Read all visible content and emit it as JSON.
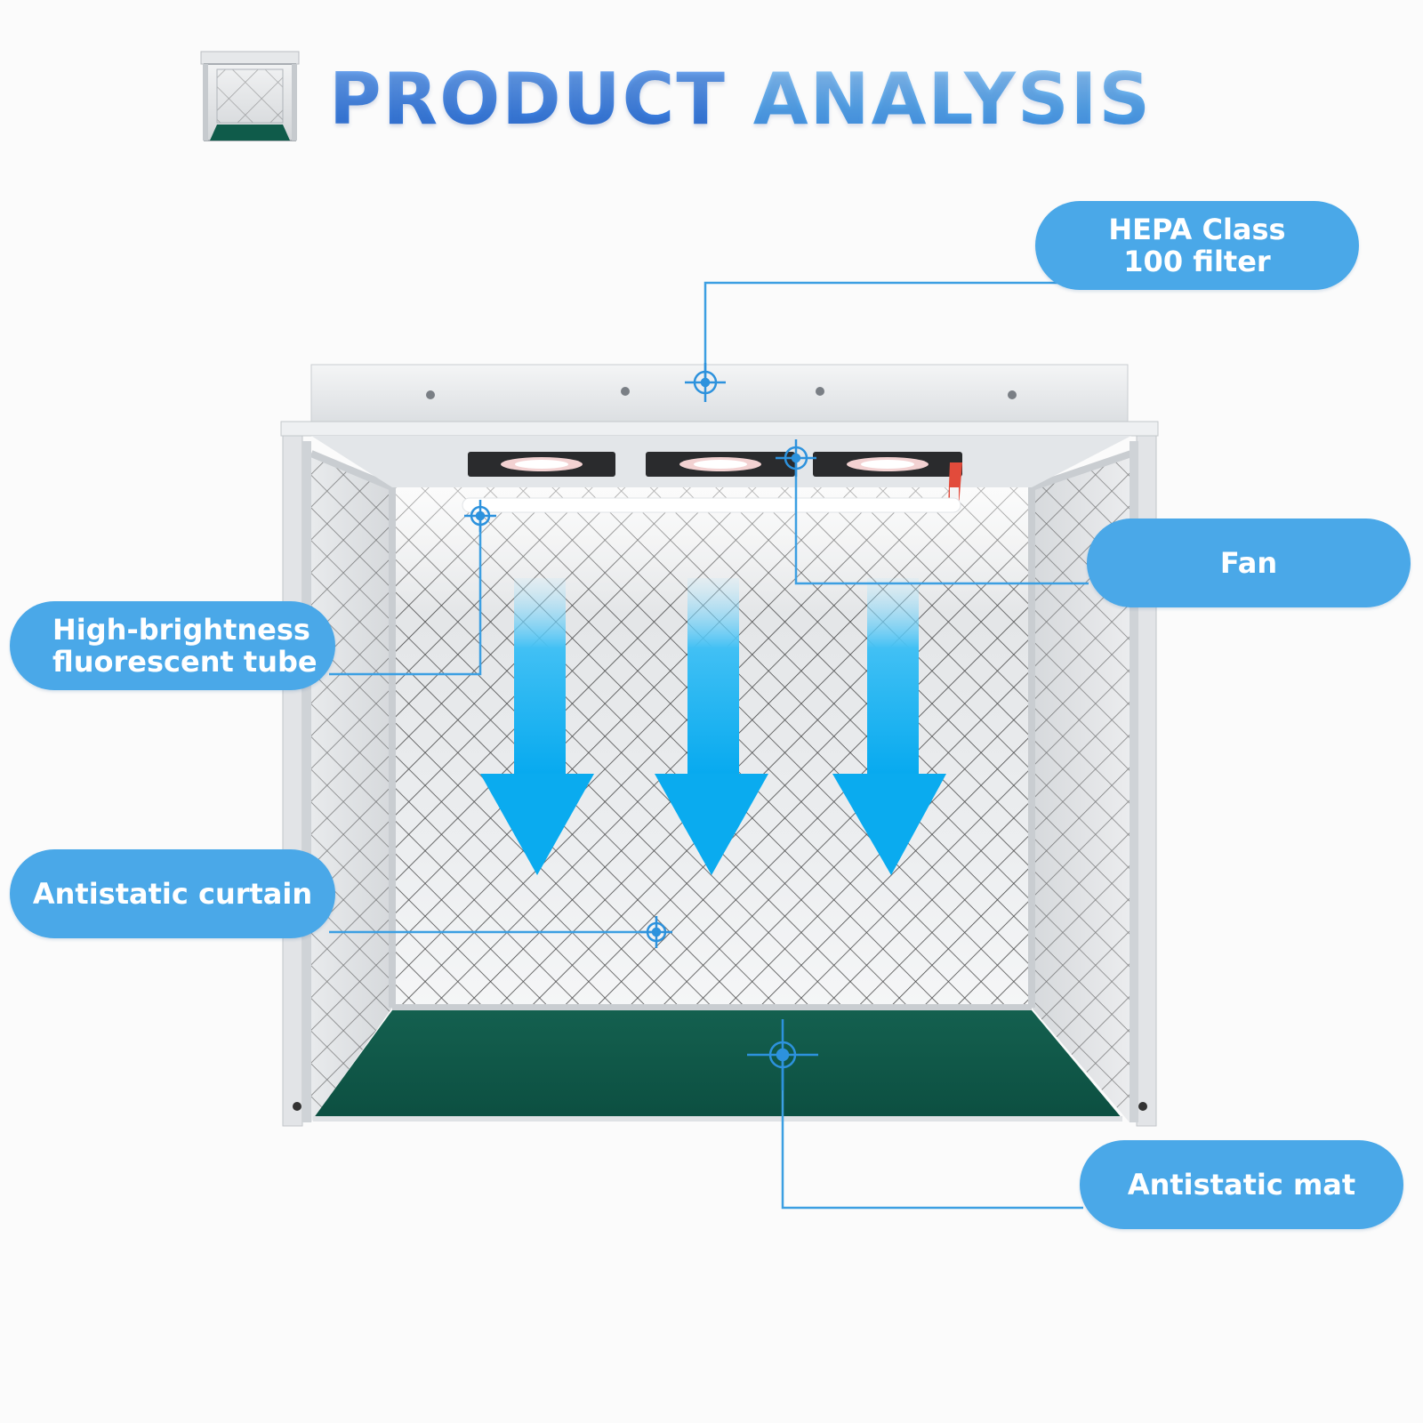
{
  "header": {
    "title_word1": "PRODUCT",
    "title_word2": "ANALYSIS"
  },
  "callouts": {
    "hepa": "HEPA Class\n100 filter",
    "fan": "Fan",
    "tube": "High-brightness\nfluorescent tube",
    "curtain": "Antistatic curtain",
    "mat": "Antistatic mat"
  },
  "colors": {
    "callout_bg": "#4aa8e8",
    "leader_line": "#3c9fe2",
    "arrow": "#11aef0",
    "mat": "#0f5b4a",
    "frame": "#d7dadd"
  },
  "icons": [
    "thumbnail-cabinet-icon",
    "airflow-arrow-icon",
    "target-marker-icon",
    "fan-icon"
  ]
}
